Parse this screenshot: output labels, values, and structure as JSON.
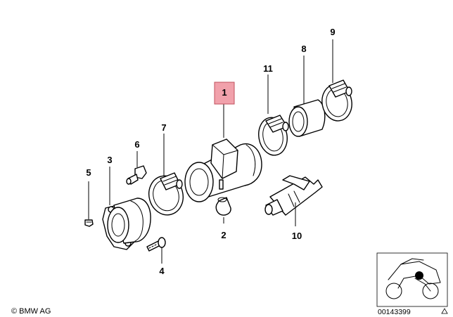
{
  "callouts": [
    {
      "label": "1",
      "highlighted": true
    },
    {
      "label": "2"
    },
    {
      "label": "3"
    },
    {
      "label": "4"
    },
    {
      "label": "5"
    },
    {
      "label": "6"
    },
    {
      "label": "7"
    },
    {
      "label": "8"
    },
    {
      "label": "9"
    },
    {
      "label": "10"
    },
    {
      "label": "11"
    }
  ],
  "highlight_color": "#f1a1ab",
  "copyright": "© BMW AG",
  "diagram_ref": "00143399",
  "thumbnail_icon": "motorcycle-icon"
}
